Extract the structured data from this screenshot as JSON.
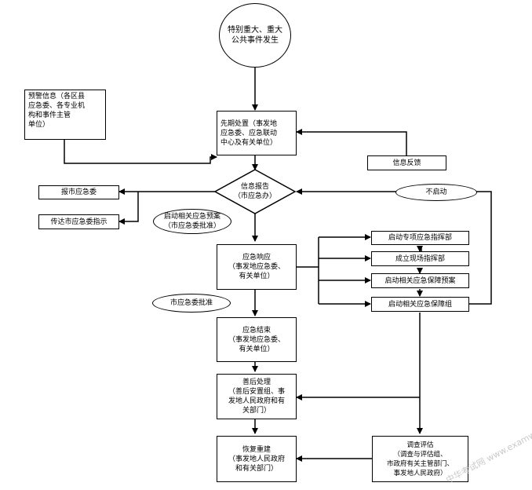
{
  "nodes": {
    "start": "特别重大、重大\n公共事件发生",
    "warning": "预警信息（各区县\n应急委、各专业机\n构和事件主管\n单位）",
    "initial": "先期处置（事发地\n应急委、应急联动\n中心及有关单位）",
    "feedback": "信息反馈",
    "report_to_city": "报市应急委",
    "info_report": "信息报告\n（市应急办）",
    "not_start": "不启动",
    "relay_instruction": "传达市应急委指示",
    "start_plan": "启动相关应急预案\n（市应急委批准）",
    "cmd_hq": "启动专项应急指挥部",
    "site_hq": "成立现场指挥部",
    "support_plan": "启动相关应急保障预案",
    "emergency_response": "应急响应\n（事发地应急委、\n有关单位）",
    "support_group": "启动相关应急保障组",
    "city_approve": "市应急委批准",
    "emergency_end": "应急结束\n（事发地应急委、\n有关单位）",
    "aftermath": "善后处理\n（善后安置组、事\n发地人民政府和有\n关部门）",
    "restore": "恢复重建\n（事发地人民政府\n和有关部门）",
    "investigate": "调查评估\n（调查与评估组、\n市政府有关主管部门、\n事发地人民政府）"
  },
  "watermark": "中华考试网 www.examw.com"
}
